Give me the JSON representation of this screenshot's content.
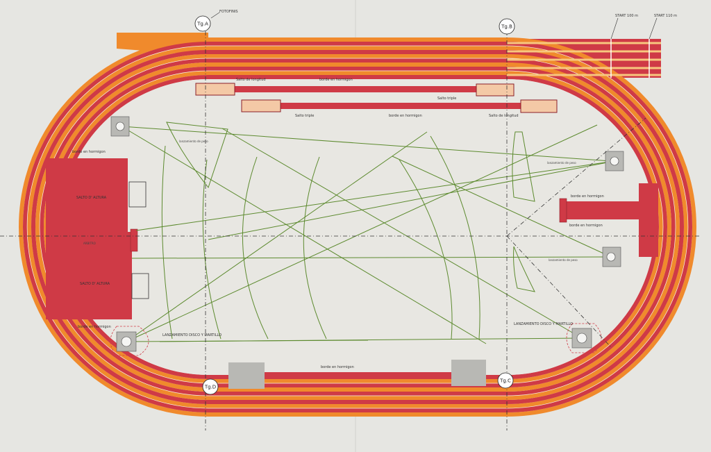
{
  "axes": {
    "a": "Tg.A",
    "b": "Tg.B",
    "c": "Tg.C",
    "d": "Tg.D"
  },
  "labels": {
    "foto_finish": "FOTOFINIS",
    "start_100": "START 100 m",
    "start_110": "START 110 m",
    "salto_longitud_top": "Salto de longitud",
    "borde_hormigon_top": "borde en hormigon",
    "salto_triple_top": "Salto triple",
    "salto_triple_bottom": "Salto triple",
    "borde_hormigon_mid": "borde en hormigon",
    "salto_longitud_mid": "Salto de longitud",
    "borde_hormigon_left": "borde en hormigon",
    "salto_altura_top": "SALTO D' ALTURA",
    "salto_altura_bottom": "SALTO D' ALTURA",
    "arbitro": "ARBITRO",
    "borde_hormigon_sw": "borde en hormigon",
    "lanzamiento_sw": "LANZAMIENTO DISCO Y MARTILLO",
    "lanzamiento_se": "LANZAMIENTO DISCO Y MARTILLO",
    "borde_hormigon_right_top": "borde en hormigon",
    "borde_hormigon_right_bottom": "borde en hormigon",
    "borde_hormigon_bottom": "borde en hormigon",
    "lanzamiento_peso_left": "lanzamiento de peso",
    "lanzamiento_peso_right_top": "lanzamiento de peso",
    "lanzamiento_peso_right_bottom": "lanzamiento de peso"
  },
  "colors": {
    "paper": "#e6e6e2",
    "track_red": "#cf3a46",
    "track_orange": "#f08a2c",
    "lane_line": "#f7f1e6",
    "runway_red": "#cf3a46",
    "field_green": "#5c8a2e",
    "axis_line": "#333333",
    "sand_box": "#f4c9a6",
    "circle_gray": "#b8b8b4"
  }
}
